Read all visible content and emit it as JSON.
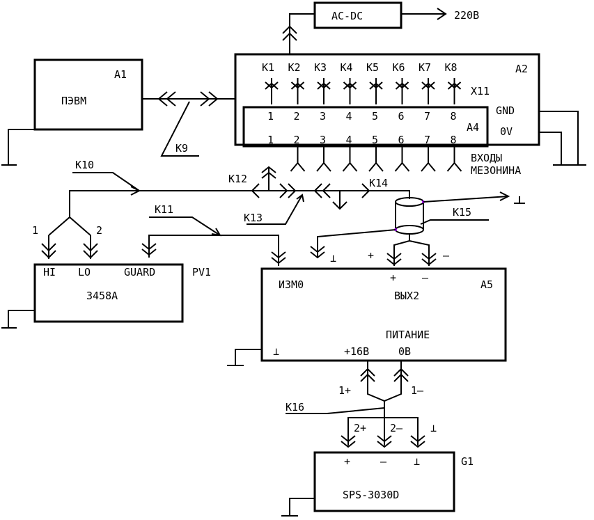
{
  "acdc": {
    "label": "AC-DC",
    "voltage": "220В"
  },
  "a1": {
    "id": "A1",
    "name": "ПЭВМ"
  },
  "a2": {
    "id": "A2",
    "connector": "X11",
    "gnd": "GND",
    "zero": "0V"
  },
  "a4": {
    "id": "A4"
  },
  "channels": [
    "K1",
    "K2",
    "K3",
    "K4",
    "K5",
    "K6",
    "K7",
    "K8"
  ],
  "pins": [
    "1",
    "2",
    "3",
    "4",
    "5",
    "6",
    "7",
    "8"
  ],
  "mezzanine": {
    "line1": "ВХОДЫ",
    "line2": "МЕЗОНИНА"
  },
  "cables": {
    "k9": "K9",
    "k10": "K10",
    "k11": "K11",
    "k12": "K12",
    "k13": "K13",
    "k14": "K14",
    "k15": "K15",
    "k16": "K16"
  },
  "pv1": {
    "id": "PV1",
    "model": "3458A",
    "hi": "HI",
    "lo": "LO",
    "guard": "GUARD",
    "pin1": "1",
    "pin2": "2"
  },
  "a5": {
    "id": "A5",
    "izm": "ИЗМ0",
    "out": "ВЫХ2",
    "out_plus": "+",
    "out_minus": "–",
    "power": "ПИТАНИЕ",
    "p16": "+16В",
    "p0": "0В",
    "gnd": "⊥",
    "plug_plus": "+",
    "plug_minus": "–",
    "plug_gnd": "⊥"
  },
  "k16": {
    "a": "1+",
    "b": "1–",
    "c": "2+",
    "d": "2–",
    "e": "⊥"
  },
  "g1": {
    "id": "G1",
    "model": "SPS-3030D",
    "plus": "+",
    "minus": "–",
    "gnd": "⊥"
  },
  "ground_sym": "⊥"
}
